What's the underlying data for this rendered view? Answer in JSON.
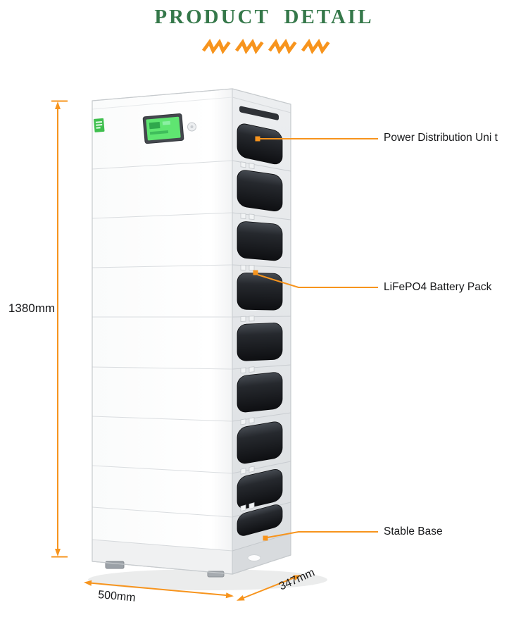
{
  "header": {
    "title": "PRODUCT DETAIL"
  },
  "dimensions": {
    "height": "1380mm",
    "width": "500mm",
    "depth": "347mm"
  },
  "callouts": [
    {
      "label": "Power Distribution Uni t"
    },
    {
      "label": "LiFePO4 Battery Pack"
    },
    {
      "label": "Stable Base"
    }
  ],
  "colors": {
    "accent_orange": "#F7941D",
    "title_green": "#35784A",
    "label_text": "#17181a",
    "tower_front_white": "#FFFFFF",
    "tower_side_gray": "#E8EAED",
    "handle_dark": "#1A1C20",
    "screen_green": "#5FE571"
  }
}
